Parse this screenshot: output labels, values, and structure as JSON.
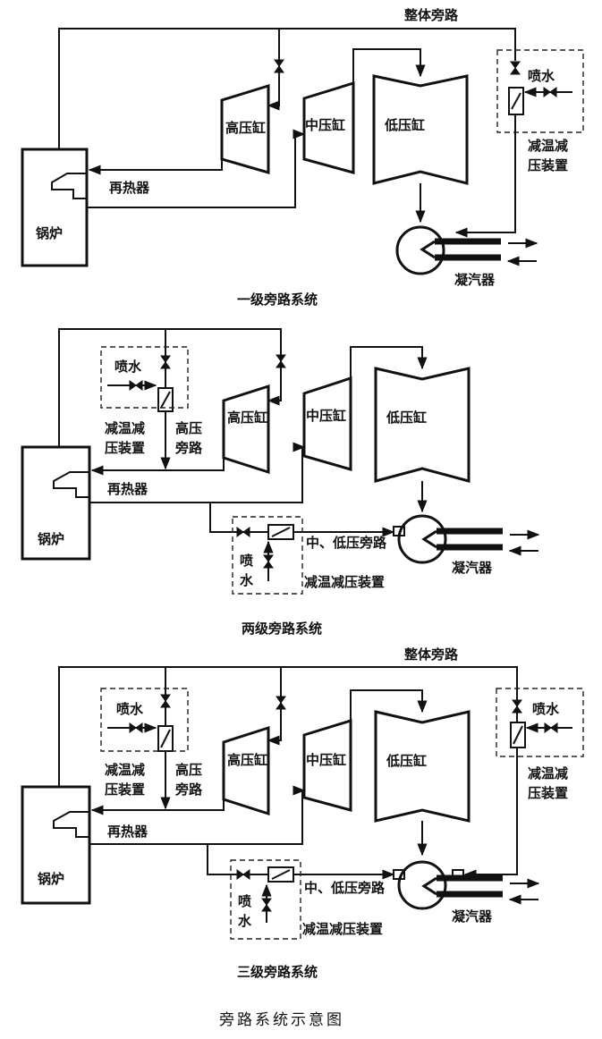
{
  "labels": {
    "boiler": "锅炉",
    "reheater": "再热器",
    "hp_cylinder": "高压缸",
    "ip_cylinder": "中压缸",
    "lp_cylinder": "低压缸",
    "condenser": "凝汽器",
    "spray_water": "喷水",
    "spray_water_v1": "喷",
    "spray_water_v2": "水",
    "desuper_line1": "减温减",
    "desuper_line2": "压装置",
    "desuper_full": "减温减压装置",
    "whole_bypass": "整体旁路",
    "hp_bypass_line1": "高压",
    "hp_bypass_line2": "旁路",
    "ip_lp_bypass": "中、低压旁路"
  },
  "captions": {
    "one_stage": "一级旁路系统",
    "two_stage": "两级旁路系统",
    "three_stage": "三级旁路系统",
    "main": "旁路系统示意图"
  }
}
